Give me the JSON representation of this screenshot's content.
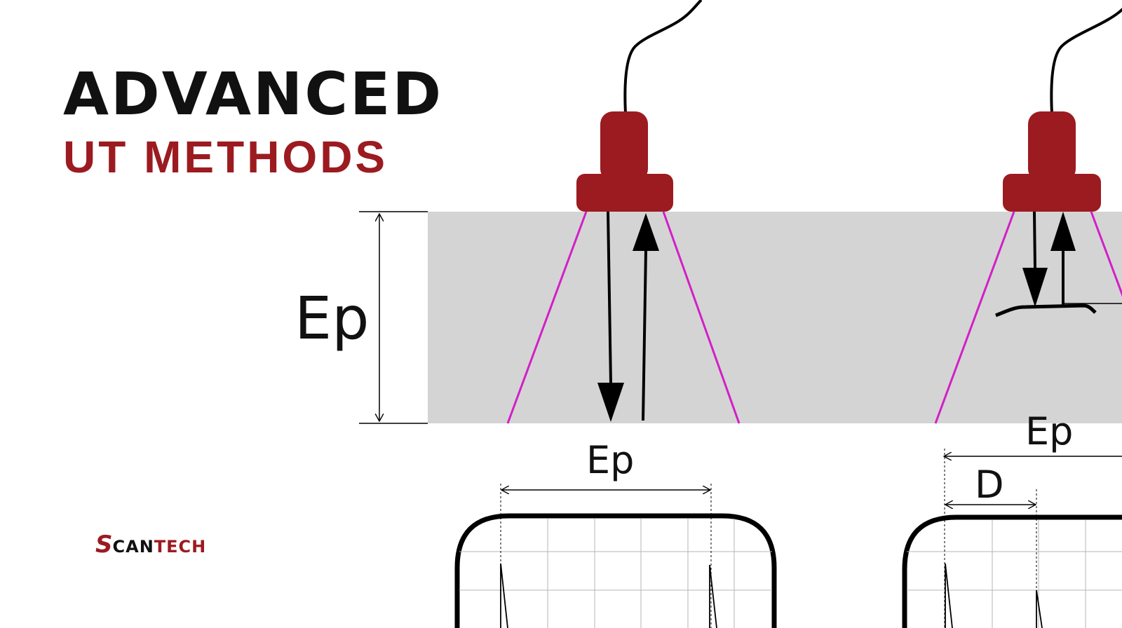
{
  "header": {
    "title_line1": "ADVANCED",
    "title_line2": "UT METHODS"
  },
  "logo": {
    "first_letter": "S",
    "part_dark": "CAN",
    "part_red": "TECH"
  },
  "diagram": {
    "left": {
      "thickness_label": "Ep",
      "screen_label": "Ep"
    },
    "right": {
      "thickness_label": "Ep",
      "defect_label": "D"
    }
  },
  "colors": {
    "brand_red": "#9b1b20",
    "beam_magenta": "#d21fc8",
    "specimen_gray": "#d4d4d4",
    "text_dark": "#111111"
  },
  "icons": [
    "transducer-icon",
    "cable-icon"
  ]
}
